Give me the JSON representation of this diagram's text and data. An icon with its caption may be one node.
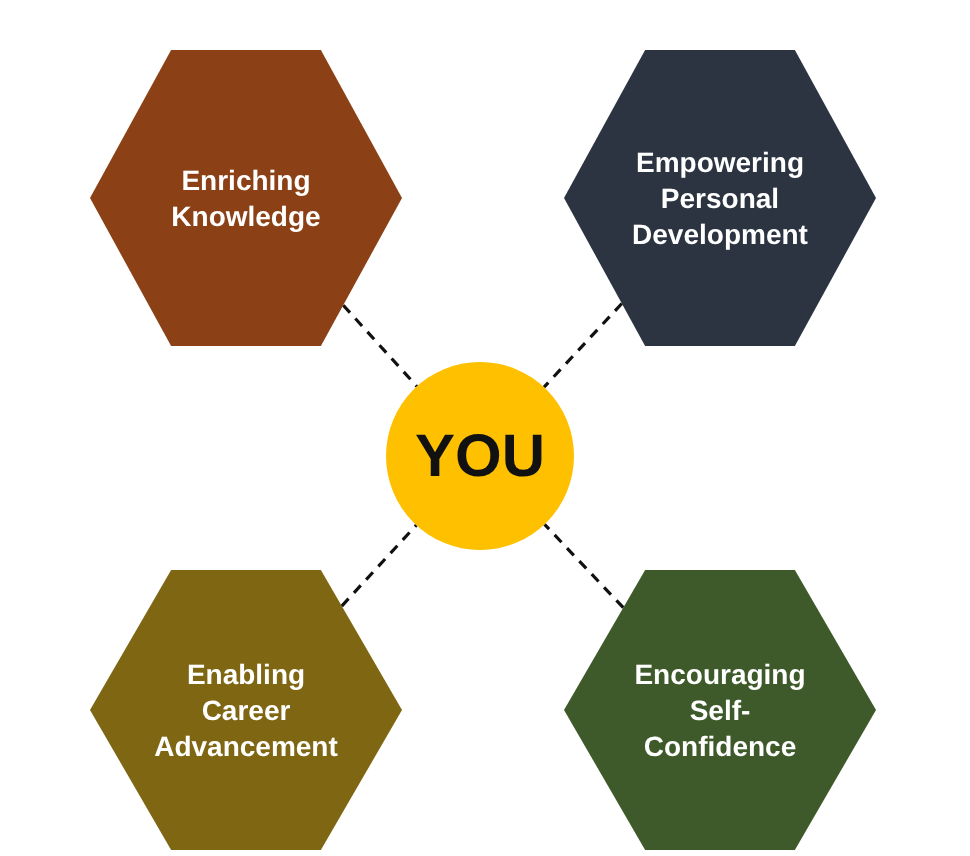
{
  "diagram": {
    "nodes": [
      {
        "text": [
          "Enriching Knowledge"
        ]
      },
      {
        "text": [
          "Empowering Personal Development"
        ]
      },
      {
        "text": [
          "YOU"
        ]
      },
      {
        "text": [
          "Enabling Career Advancement"
        ]
      },
      {
        "text": [
          "Encouraging Self-Confidence"
        ]
      }
    ],
    "edges": [
      {
        "from": 0,
        "to": 2,
        "arrow": "none",
        "style": "dashed"
      },
      {
        "from": 1,
        "to": 2,
        "arrow": "none",
        "style": "dashed"
      },
      {
        "from": 3,
        "to": 2,
        "arrow": "none",
        "style": "dashed"
      },
      {
        "from": 4,
        "to": 2,
        "arrow": "none",
        "style": "dashed"
      }
    ]
  }
}
